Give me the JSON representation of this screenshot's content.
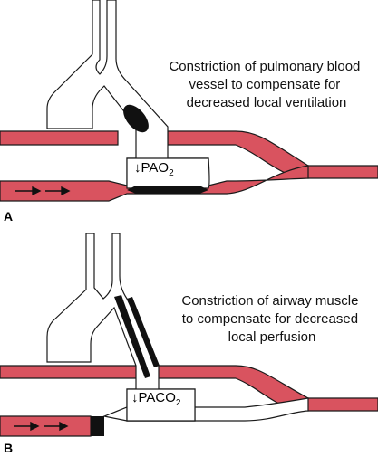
{
  "panels": [
    {
      "label": "A",
      "caption_lines": [
        "Constriction of pulmonary blood",
        "vessel to compensate for",
        "decreased local ventilation"
      ],
      "gas_symbol": "↓",
      "gas_prefix": "PAO",
      "gas_subscript": "2"
    },
    {
      "label": "B",
      "caption_lines": [
        "Constriction of airway muscle",
        "to compensate for decreased",
        "local perfusion"
      ],
      "gas_symbol": "↓",
      "gas_prefix": "PACO",
      "gas_subscript": "2"
    }
  ],
  "colors": {
    "vessel": "#d9535f",
    "constriction": "#111111",
    "outline": "#1a1a1a"
  }
}
